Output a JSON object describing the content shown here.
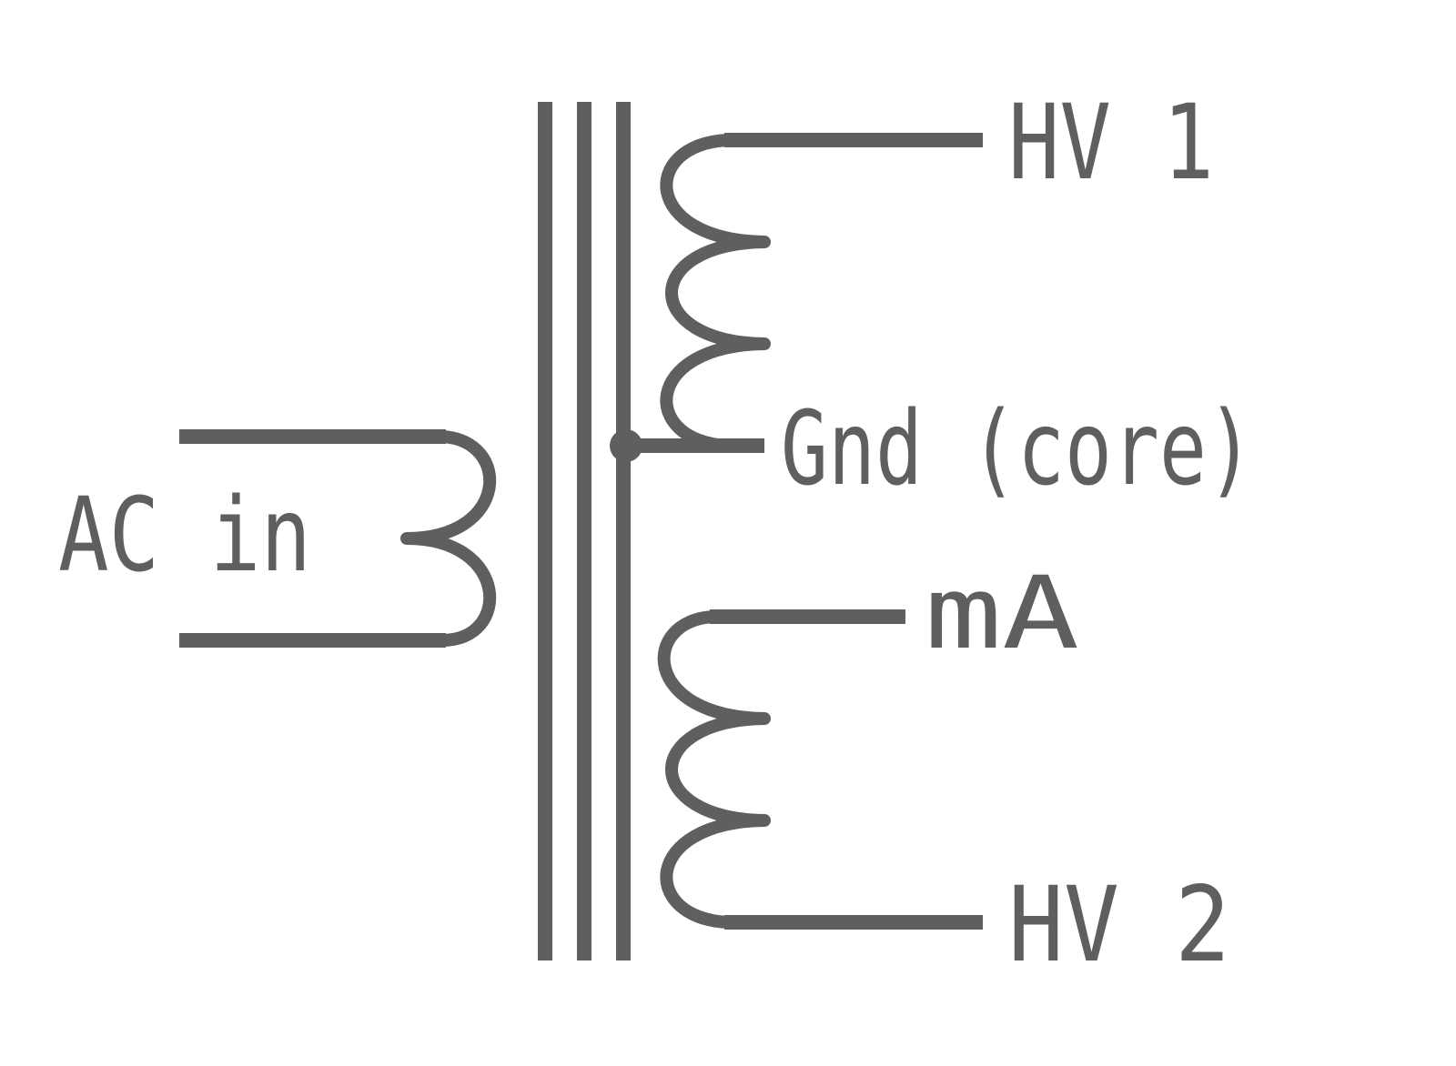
{
  "diagram": {
    "labels": {
      "ac_in": "AC in",
      "hv1": "HV 1",
      "gnd": "Gnd (core)",
      "ma": "mA",
      "hv2": "HV 2"
    },
    "colors": {
      "line": "#5f5f5f",
      "text": "#5f5f5f",
      "background": "#ffffff"
    }
  }
}
